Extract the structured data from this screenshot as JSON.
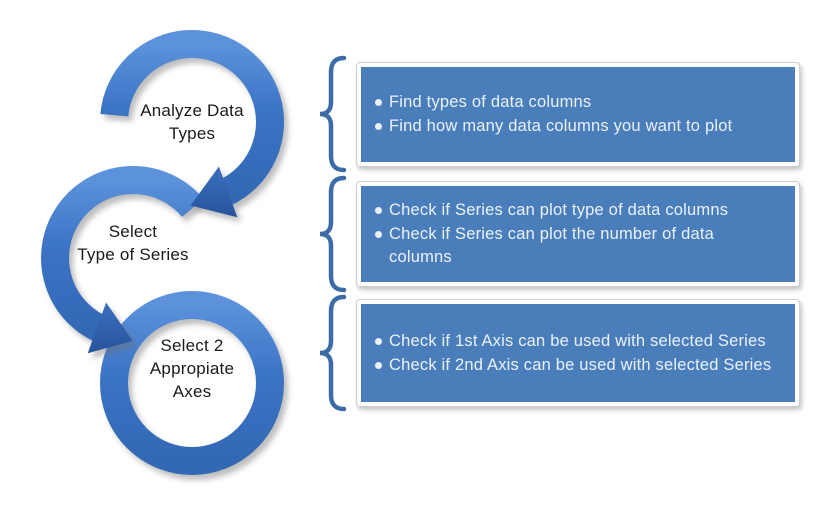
{
  "colors": {
    "ring_blue": "#3B73C5",
    "box_blue": "#4A7EBB",
    "box_text": "#EAF1F9",
    "brace_blue": "#3C6CA8",
    "label_black": "#1B1B1B"
  },
  "diagram": {
    "type": "cycle-flow",
    "steps": [
      {
        "circle_label": "Analyze Data\nTypes",
        "bullets": [
          "Find types of data columns",
          "Find how many data columns you want to plot"
        ]
      },
      {
        "circle_label": "Select\nType of Series",
        "bullets": [
          "Check if Series can plot type of data columns",
          "Check if Series can plot the number of data\ncolumns"
        ]
      },
      {
        "circle_label": "Select 2\nAppropiate\nAxes",
        "bullets": [
          "Check if 1st Axis can be used with selected Series",
          "Check if 2nd Axis can be used with selected Series"
        ]
      }
    ]
  }
}
